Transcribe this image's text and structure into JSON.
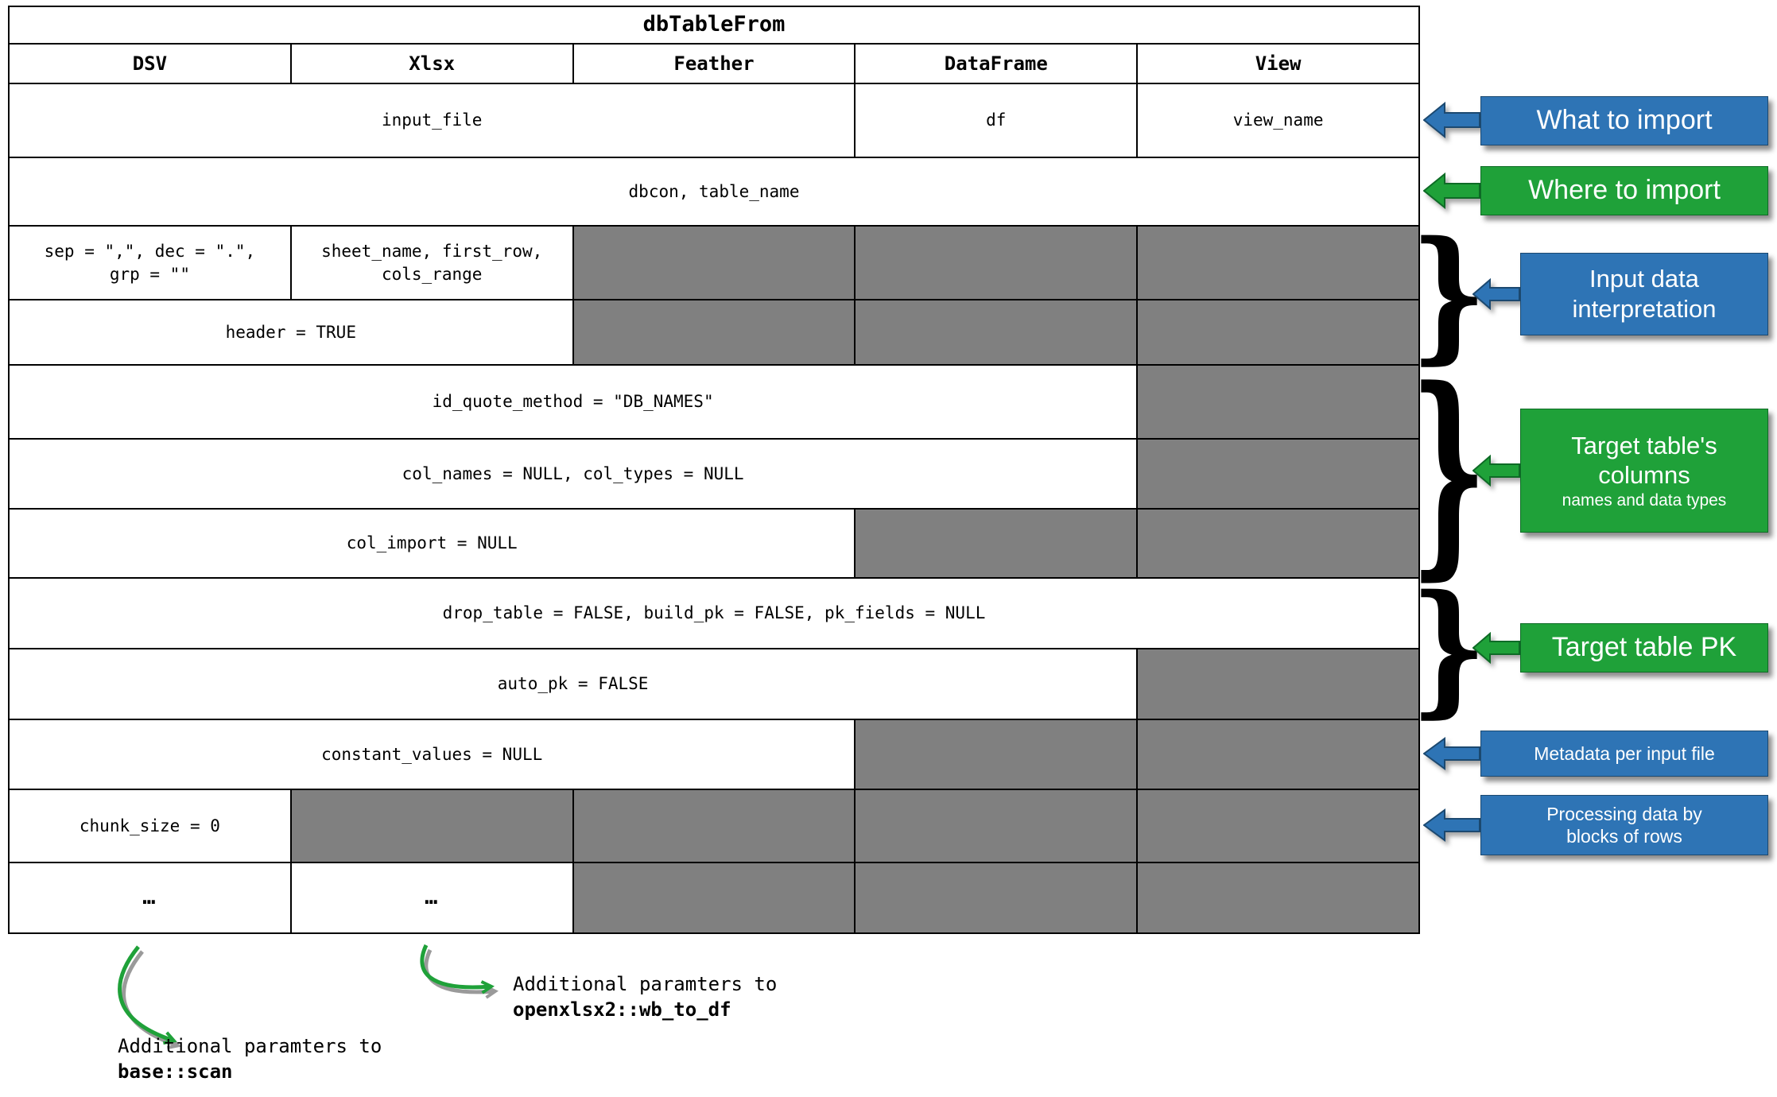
{
  "table": {
    "title": "dbTableFrom",
    "columns": [
      "DSV",
      "Xlsx",
      "Feather",
      "DataFrame",
      "View"
    ],
    "rows": [
      {
        "cells": [
          {
            "text": "input_file"
          },
          {
            "text": "df"
          },
          {
            "text": "view_name"
          }
        ]
      },
      {
        "cells": [
          {
            "text": "dbcon, table_name"
          }
        ]
      },
      {
        "cells": [
          {
            "text": "sep = \",\", dec = \".\",\ngrp = \"\""
          },
          {
            "text": "sheet_name, first_row,\ncols_range"
          }
        ]
      },
      {
        "cells": [
          {
            "text": "header = TRUE"
          }
        ]
      },
      {
        "cells": [
          {
            "text": "id_quote_method = \"DB_NAMES\""
          }
        ]
      },
      {
        "cells": [
          {
            "text": "col_names = NULL, col_types = NULL"
          }
        ]
      },
      {
        "cells": [
          {
            "text": "col_import = NULL"
          }
        ]
      },
      {
        "cells": [
          {
            "text": "drop_table = FALSE, build_pk = FALSE, pk_fields = NULL"
          }
        ]
      },
      {
        "cells": [
          {
            "text": "auto_pk = FALSE"
          }
        ]
      },
      {
        "cells": [
          {
            "text": "constant_values = NULL"
          }
        ]
      },
      {
        "cells": [
          {
            "text": "chunk_size = 0"
          }
        ]
      },
      {
        "cells": [
          {
            "text": "…"
          },
          {
            "text": "…"
          }
        ]
      }
    ]
  },
  "callouts": {
    "what_to_import": {
      "label": "What to import",
      "color": "#2E74B5"
    },
    "where_to_import": {
      "label": "Where to import",
      "color": "#1FA139"
    },
    "input_data_interpretation": {
      "label": "Input data\ninterpretation",
      "color": "#2E74B5"
    },
    "target_table_columns": {
      "label": "Target table's\ncolumns",
      "sublabel": "names and data types",
      "color": "#1FA139"
    },
    "target_table_pk": {
      "label": "Target table PK",
      "color": "#1FA139"
    },
    "metadata_per_input_file": {
      "label": "Metadata per input file",
      "color": "#2E74B5"
    },
    "processing_by_blocks": {
      "label": "Processing data by\nblocks of rows",
      "color": "#2E74B5"
    }
  },
  "notes": {
    "dsv": {
      "text": "Additional paramters to",
      "target": "base::scan"
    },
    "xlsx": {
      "text": "Additional paramters to",
      "target": "openxlsx2::wb_to_df"
    }
  },
  "glyphs": {
    "brace": "}"
  },
  "colors": {
    "blue": "#2E74B5",
    "green": "#1FA139",
    "na_cell_gray": "#808080"
  }
}
